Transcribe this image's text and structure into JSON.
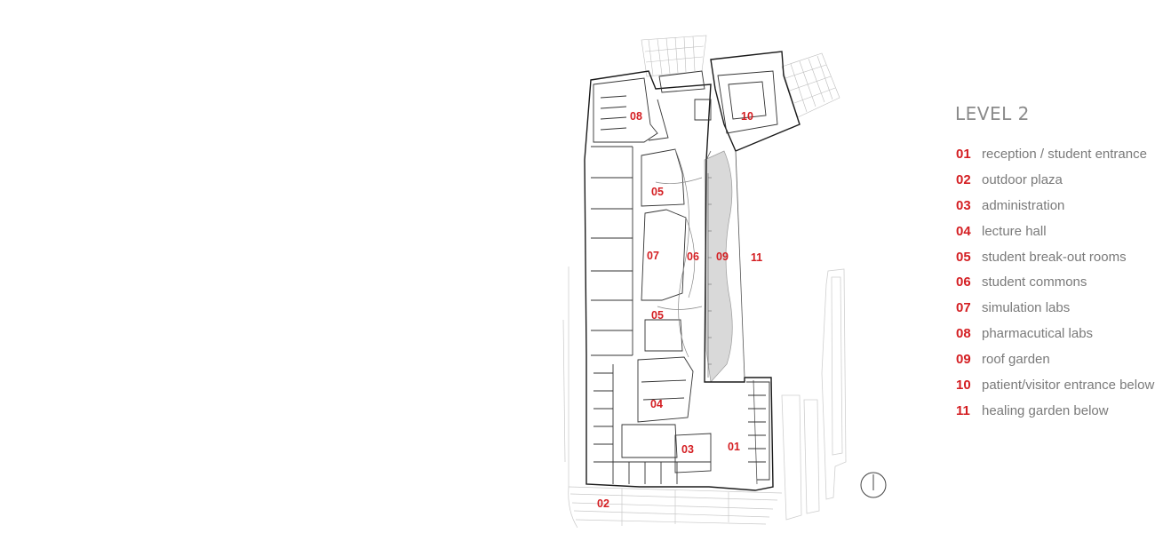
{
  "legend": {
    "title": "LEVEL 2",
    "items": [
      {
        "num": "01",
        "label": "reception / student entrance"
      },
      {
        "num": "02",
        "label": "outdoor plaza"
      },
      {
        "num": "03",
        "label": "administration"
      },
      {
        "num": "04",
        "label": "lecture hall"
      },
      {
        "num": "05",
        "label": "student break-out rooms"
      },
      {
        "num": "06",
        "label": "student commons"
      },
      {
        "num": "07",
        "label": "simulation labs"
      },
      {
        "num": "08",
        "label": "pharmacutical labs"
      },
      {
        "num": "09",
        "label": "roof garden"
      },
      {
        "num": "10",
        "label": "patient/visitor entrance below"
      },
      {
        "num": "11",
        "label": "healing garden below"
      }
    ]
  },
  "plan_labels": {
    "reception": "01",
    "plaza": "02",
    "administration": "03",
    "lecture_hall": "04",
    "breakout_upper": "05",
    "breakout_lower": "05",
    "commons": "06",
    "simulation_labs": "07",
    "pharma_labs": "08",
    "roof_garden": "09",
    "patient_entrance": "10",
    "healing_garden": "11"
  },
  "colors": {
    "label_red": "#d41e22",
    "legend_gray": "#7a7a7a",
    "roof_garden_fill": "#d9d9d9"
  },
  "icons": {
    "north_arrow": "north-arrow-icon"
  }
}
